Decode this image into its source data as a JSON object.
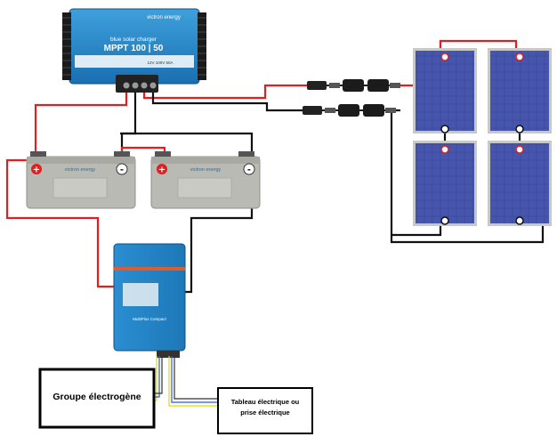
{
  "controller": {
    "brand": "victron energy",
    "subtitle": "blue solar charger",
    "model": "MPPT 100 | 50",
    "spec": "12V 100V 50A"
  },
  "batteries": [
    {
      "brand": "victron energy",
      "plus": "+",
      "minus": "-"
    },
    {
      "brand": "victron energy",
      "plus": "+",
      "minus": "-"
    }
  ],
  "inverter": {
    "name": "MultiPlus Compact"
  },
  "panels": {
    "plus": "+",
    "minus": "-"
  },
  "generator": {
    "label": "Groupe électrogène"
  },
  "panel_board": {
    "line1": "Tableau électrique ou",
    "line2": "prise électrique"
  },
  "colors": {
    "positive": "#e02020",
    "negative": "#111111",
    "victron_blue": "#1f86c8",
    "battery_grey": "#b9bab3",
    "panel_blue": "#3a4a9a",
    "ac_yellow": "#e8d800",
    "ac_blue": "#2a5bd0"
  }
}
